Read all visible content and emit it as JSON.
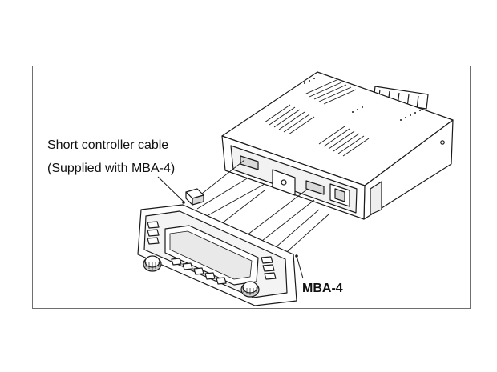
{
  "labels": {
    "cable_line1": "Short controller cable",
    "cable_line2": "(Supplied with MBA-4)",
    "bracket": "MBA-4"
  },
  "colors": {
    "ink": "#1a1a1a",
    "frame": "#6f6f6f",
    "fill": "#ffffff",
    "shade": "#d9d9d9"
  },
  "icons": {
    "main_unit": "radio-main-unit-icon",
    "controller": "front-controller-panel-icon",
    "connector": "cable-connector-icon"
  }
}
